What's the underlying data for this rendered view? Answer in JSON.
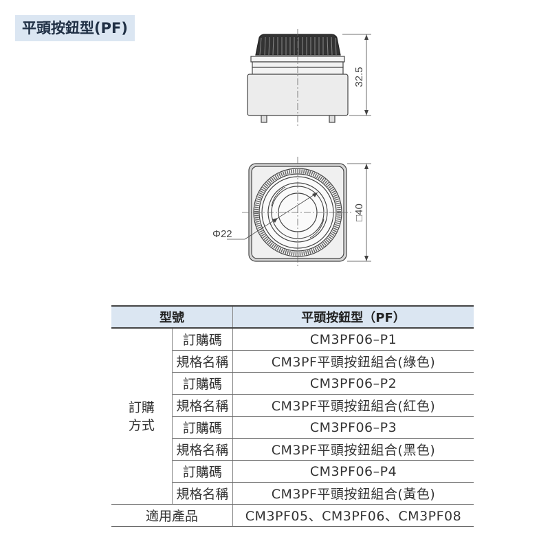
{
  "title": "平頭按鈕型(PF)",
  "drawing": {
    "height_dim": "32.5",
    "square_dim": "□40",
    "diameter_dim": "Φ22"
  },
  "table": {
    "header": {
      "model_label": "型號",
      "model_value": "平頭按鈕型（PF）"
    },
    "group_label": "訂購\n方式",
    "rows": [
      {
        "label": "訂購碼",
        "value": "CM3PF06–P1"
      },
      {
        "label": "規格名稱",
        "value": "CM3PF平頭按鈕組合(綠色)"
      },
      {
        "label": "訂購碼",
        "value": "CM3PF06–P2"
      },
      {
        "label": "規格名稱",
        "value": "CM3PF平頭按鈕組合(紅色)"
      },
      {
        "label": "訂購碼",
        "value": "CM3PF06–P3"
      },
      {
        "label": "規格名稱",
        "value": "CM3PF平頭按鈕組合(黑色)"
      },
      {
        "label": "訂購碼",
        "value": "CM3PF06–P4"
      },
      {
        "label": "規格名稱",
        "value": "CM3PF平頭按鈕組合(黃色)"
      }
    ],
    "applicable": {
      "label": "適用產品",
      "value": "CM3PF05、CM3PF06、CM3PF08"
    }
  },
  "colors": {
    "header_bg": "#dbe6f2",
    "title_bg": "#dbe6f2",
    "line": "#555555"
  }
}
